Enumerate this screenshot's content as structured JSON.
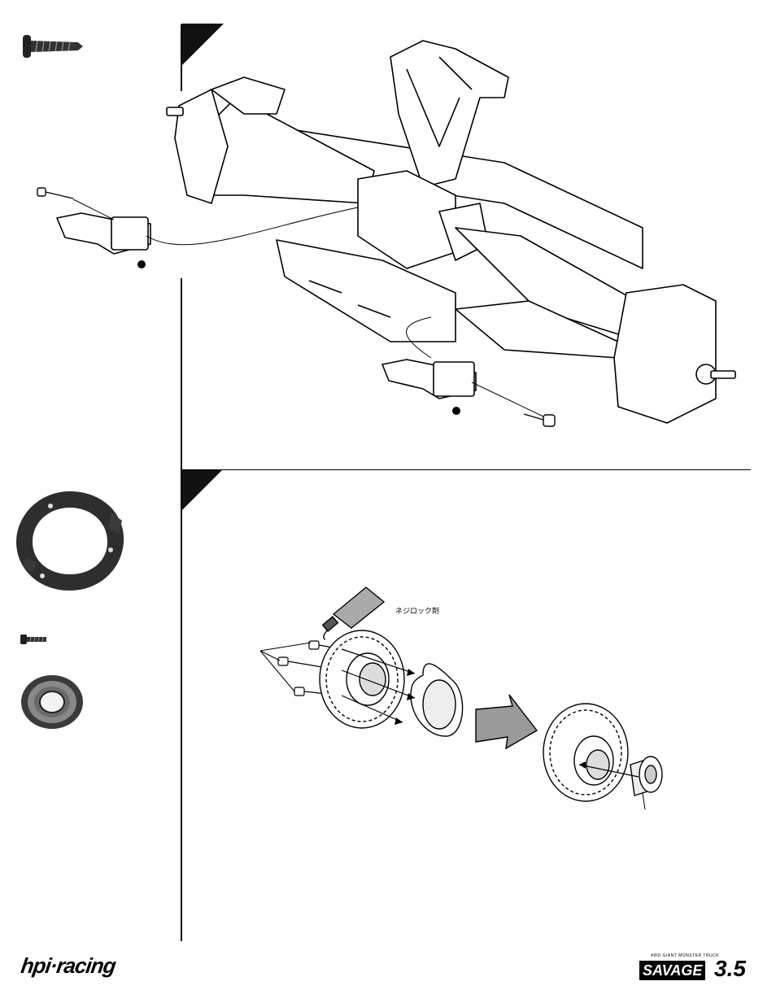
{
  "step2": {
    "annotation": "ネジロック剤"
  },
  "footer": {
    "left_logo": "hpi·racing",
    "right_logo_small": "4WD GIANT MONSTER TRUCK",
    "right_logo_name": "SAVAGE",
    "right_logo_version": "3.5"
  }
}
